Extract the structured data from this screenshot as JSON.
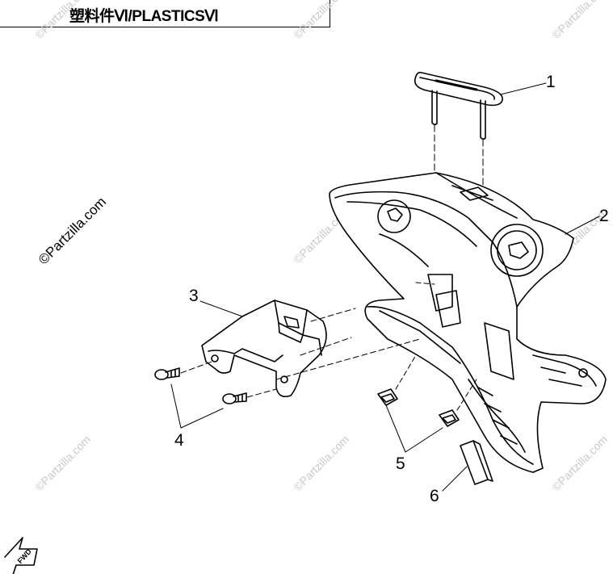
{
  "header": {
    "title": "塑料件Ⅵ/PLASTICSⅥ"
  },
  "watermark": {
    "main": "©Partzilla.com",
    "small": "©Partzilla.com"
  },
  "callouts": [
    "1",
    "2",
    "3",
    "4",
    "5",
    "6"
  ],
  "fwd_label": "FWD"
}
